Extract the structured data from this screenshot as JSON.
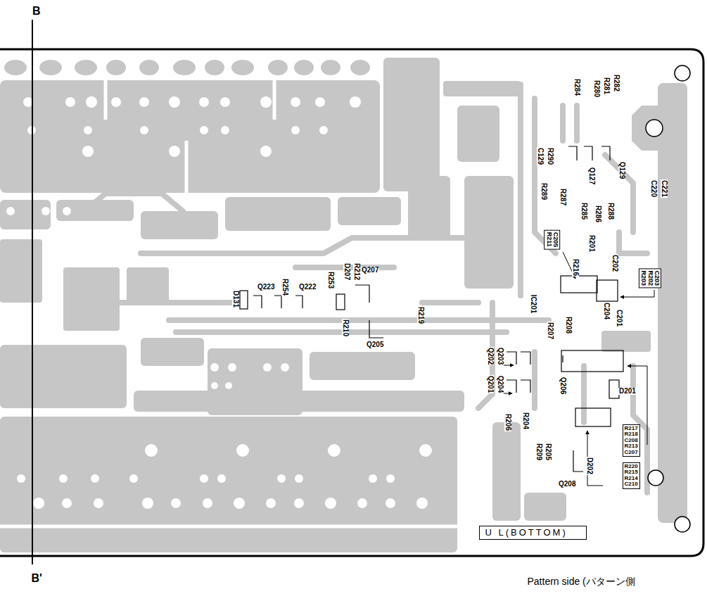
{
  "diagram": {
    "nodes": [
      {
        "text": [
          "C205",
          "R211"
        ]
      },
      {
        "text": [
          "C203",
          "R202",
          "R203"
        ]
      },
      {
        "text": [
          "R217",
          "R218",
          "C208",
          "R213",
          "C207"
        ]
      },
      {
        "text": [
          "R220",
          "R215",
          "R214",
          "C210"
        ]
      },
      {
        "text": [
          "U L(BOTTOM)"
        ]
      }
    ],
    "labels": [
      "B",
      "B'",
      "R282",
      "R281",
      "R280",
      "R284",
      "Q129",
      "R290",
      "C129",
      "Q127",
      "R286",
      "R288",
      "C221",
      "C220",
      "R289",
      "R287",
      "R285",
      "R201",
      "R216",
      "C202",
      "IC201",
      "R207",
      "R208",
      "C204",
      "C201",
      "D131",
      "Q223",
      "R254",
      "Q222",
      "R253",
      "R212",
      "D207",
      "Q207",
      "R210",
      "Q205",
      "R219",
      "Q203",
      "Q202",
      "Q204",
      "Q201",
      "R206",
      "R204",
      "Q206",
      "D201",
      "R205",
      "R209",
      "Q208",
      "D202",
      "Pattern side (パターン側"
    ]
  }
}
